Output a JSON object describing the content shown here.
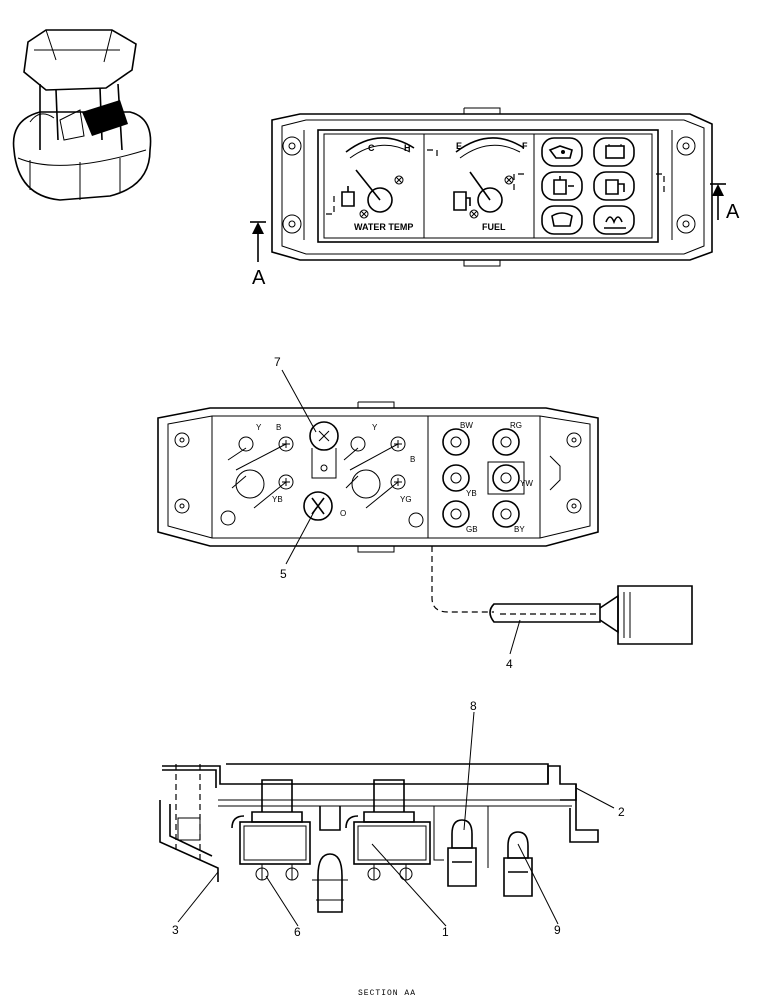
{
  "gauges": {
    "water_temp_label": "WATER TEMP",
    "fuel_label": "FUEL",
    "water_c": "C",
    "water_h": "H",
    "fuel_e": "E",
    "fuel_f": "F"
  },
  "section_marks": {
    "left": "A",
    "right": "A"
  },
  "wires": {
    "y1": "Y",
    "b1": "B",
    "y2": "Y",
    "b2": "B",
    "yb1": "YB",
    "o1": "O",
    "yg": "YG",
    "bw": "BW",
    "rg": "RG",
    "yb2": "YB",
    "yw": "YW",
    "gb": "GB",
    "by": "BY"
  },
  "callouts": {
    "c1": "1",
    "c2": "2",
    "c3": "3",
    "c4": "4",
    "c5": "5",
    "c6": "6",
    "c7": "7",
    "c8": "8",
    "c9": "9"
  },
  "caption": "SECTION AA",
  "icons": [
    "machine-overview-icon",
    "engine-oil-icon",
    "battery-icon",
    "water-temp-icon",
    "fuel-icon",
    "air-filter-icon",
    "preheat-icon"
  ]
}
